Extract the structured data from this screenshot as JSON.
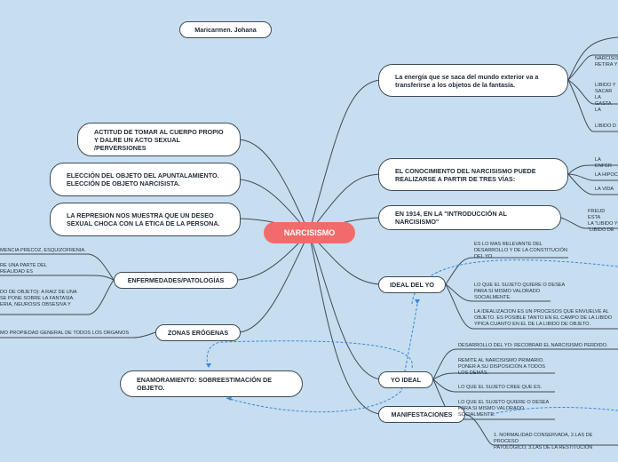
{
  "colors": {
    "background": "#c6def0",
    "center": "#f26b6b",
    "connector": "#3f4a58",
    "dashed_link": "#3a86d8"
  },
  "author": "Maricarmen. Johana",
  "center": "NARCISISMO",
  "left_nodes": [
    "ACTITUD DE TOMAR AL CUERPO PROPIO Y DALRE UN ACTO SEXUAL /PERVERSIONES",
    "ELECCIÓN DEL OBJETO DEL APUNTALAMIENTO. ELECCIÓN DE OBJETO NARCISISTA.",
    "LA REPRESION NOS MUESTRA QUE UN DESEO SEXUAL CHOCA CON LA ETICA DE LA PERSONA.",
    "ENFERMEDADES/PATOLOGÍAS",
    "ZONAS ERÓGENAS",
    "ENAMORAMIENTO: SOBREESTIMACIÓN DE OBJETO."
  ],
  "right_nodes": [
    "La energía que se saca del mundo exterior va a transferirse a los objetos de la fantasía.",
    "EL CONOCIMIENTO DEL NARCISISMO PUEDE REALIZARSE A PARTIR DE TRES VÍAS:",
    "EN 1914, EN LA \"INTRODUCCIÓN AL NARCISISMO\"",
    "IDEAL DEL YO",
    "YO IDEAL",
    "MANIFESTACIONES"
  ],
  "leaves": {
    "energia": [
      "NARCISIS\nRETIRA Y",
      "LIBIDO Y\nSACAR LA\nGASTA LA",
      "LIBIDO D"
    ],
    "vias": [
      "LA ENFER",
      "LA HIPOC",
      "LA VIDA"
    ],
    "anio1914": [
      "FREUD ESTA\nLA \"LIBIDO Y\n\"LIBIDO DE"
    ],
    "ideal_yo": [
      "ES LO MAS RELEVANTE DEL\nDESARROLLO Y DE LA CONSTITUCIÓN\nDEL YO.",
      "LO QUE EL SUJETO QUIERE O DESEA\nPARA SI MISMO VALORADO\nSOCIALMENTE.",
      "LA IDEALIZACIÓN ES UN PROCESOS QUE ENVUELVE AL\nOBJETO. ES POSIBLE TANTO EN EL CAMPO DE LA LIBIDO\nYPICA CUANTO EN EL DE LA LIBIDO DE OBJETO."
    ],
    "yo_ideal": [
      "DESARROLLO DEL YO: RECOBRAR EL NARCISISMO PERDIDO.",
      "REMITE AL NARCISISMO PRIMARIO.\nPONER A SU DISPOSICIÓN A TODOS\nLOS DEMÁS.",
      "LO QUE EL SUJETO CREE QUE ES.",
      "LO QUE EL SUJETO QUIERE O DESEA\nPARA SI MISMO VALORADO\nSOCIALMENTE."
    ],
    "manifestaciones": [
      "1. NORMALIDAD CONSERVADA, 2.LAS DE PROCESO\nPATOLÓGICO, 3.LAS DE LA RESTITUCIÓN"
    ],
    "enfermedades": [
      "MENCIA PRECOZ, ESQUIZOFRENIA.",
      "RE UNA PARTE DEL\nREALIDAD ES",
      "DO DE OBJETO): A RAIZ DE UNA\nSE PONE SOBRE LA FANTASIA.\nERIA, NEUROSIS OBSESIVA Y"
    ],
    "zonas": [
      "MO PROPIEDAD GENERAL DE TODOS LOS ÓRGANOS"
    ]
  }
}
